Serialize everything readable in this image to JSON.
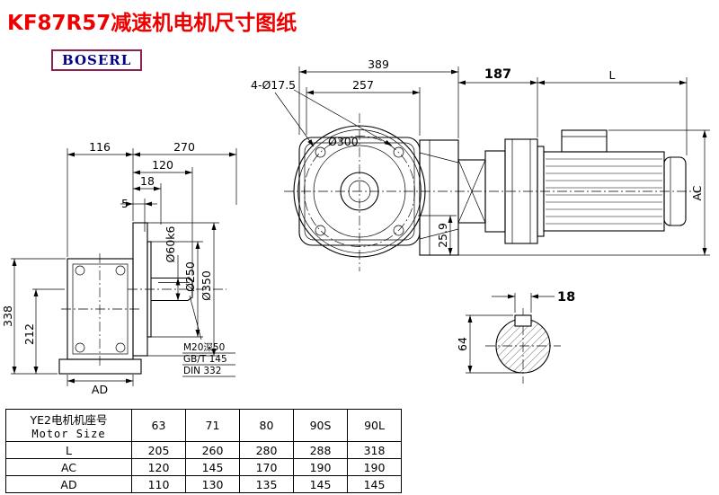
{
  "page": {
    "title": "KF87R57减速机电机尺寸图纸",
    "brand": "BOSERL"
  },
  "colors": {
    "title_red": "#ee0000",
    "line_black": "#000000",
    "brand_text_blue": "#00008b",
    "brand_border_maroon": "#8b2252"
  },
  "front_view": {
    "dim_total_width": "389",
    "dim_flange_width": "257",
    "label_bolt_holes": "4-Ø17.5",
    "label_flange_dia": "Ø300",
    "dim_offset": "25.9"
  },
  "motor_view": {
    "dim_adapter": "187",
    "dim_len": "L",
    "dim_height": "AC"
  },
  "side_view": {
    "dim_housing_depth": "116",
    "dim_total_depth": "270",
    "dim_shaft_len": "120",
    "dim_key_len": "18",
    "dim_step": "5",
    "label_shaft_dia": "Ø60k6",
    "label_spigot_dia": "Ø250",
    "label_flange_dia": "Ø350",
    "dim_total_height": "338",
    "dim_center_height": "212",
    "dim_ad": "AD",
    "note_tap": "M20深50",
    "note_std1": "GB/T 145",
    "note_std2": "DIN 332"
  },
  "shaft_section": {
    "dim_key_width": "18",
    "dim_height": "64"
  },
  "table": {
    "header_cn": "YE2电机机座号",
    "header_en": "Motor Size",
    "sizes": [
      "63",
      "71",
      "80",
      "90S",
      "90L"
    ],
    "rows": [
      {
        "label": "L",
        "values": [
          "205",
          "260",
          "280",
          "288",
          "318"
        ]
      },
      {
        "label": "AC",
        "values": [
          "120",
          "145",
          "170",
          "190",
          "190"
        ]
      },
      {
        "label": "AD",
        "values": [
          "110",
          "130",
          "135",
          "145",
          "145"
        ]
      }
    ]
  }
}
